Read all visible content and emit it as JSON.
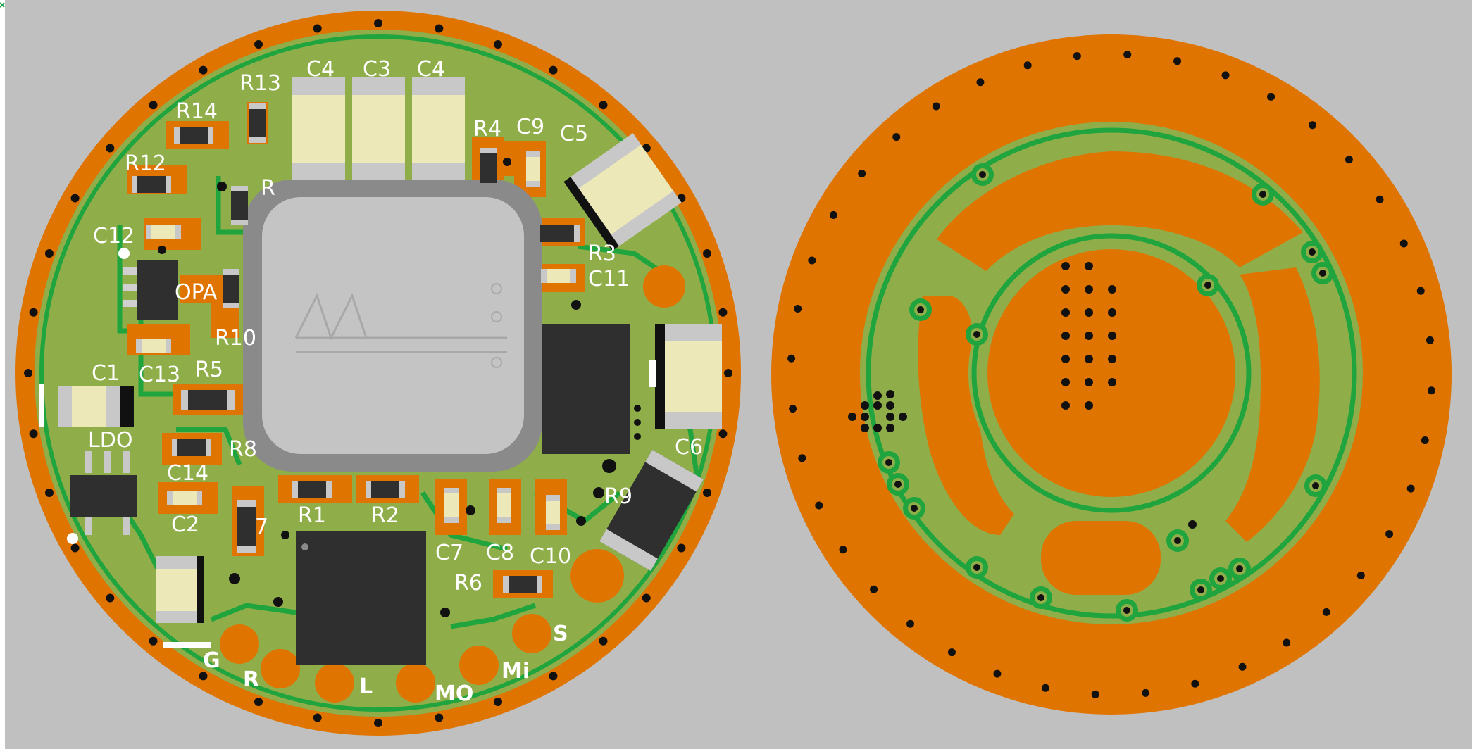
{
  "colors": {
    "background": "#c0c0c0",
    "copper": "#e07400",
    "solder_mask": "#8fae4a",
    "trace": "#1fa43e",
    "ic_body": "#2f2f2f",
    "cap_body": "#ece8b8",
    "cap_cap": "#c8c8c8",
    "label": "#ffffff",
    "via": "#111111"
  },
  "front_board": {
    "labels": {
      "c4_a": "C4",
      "c3": "C3",
      "c4_b": "C4",
      "r13": "R13",
      "r14": "R14",
      "r12": "R12",
      "c12": "C12",
      "opa": "OPA",
      "r10": "R10",
      "c1": "C1",
      "c13": "C13",
      "r5": "R5",
      "ldo": "LDO",
      "r8": "R8",
      "c14": "C14",
      "c2": "C2",
      "r7": "7",
      "r1": "R1",
      "r2": "R2",
      "c7": "C7",
      "c8": "C8",
      "c10": "C10",
      "r6": "R6",
      "r4": "R4",
      "c9": "C9",
      "c5": "C5",
      "r3": "R3",
      "c11": "C11",
      "c6": "C6",
      "r9": "R9",
      "r11": "R"
    },
    "pads": {
      "g": "G",
      "r": "R",
      "l": "L",
      "mo": "MO",
      "mi": "Mi",
      "s": "S"
    }
  },
  "back_board": {}
}
